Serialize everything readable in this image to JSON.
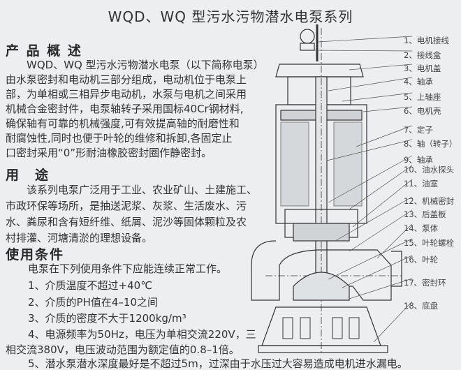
{
  "title": "WQD、WQ 型污水污物潜水电泵系列",
  "overview": {
    "heading": "产 品 概 述",
    "lines": [
      "WQD、WQ 型污水污物潜水电泵（以下简称电泵）",
      "由水泵密封和电动机三部分组成，电动机位于电泵上",
      "部，为单相或三相异步电动机，水泵与电机之间采用",
      "机械合金密封件，电泵轴转子采用国标40Cr钢材料,",
      "确保轴有可靠的机械强度,可有效提高轴的耐磨性和",
      "耐腐蚀性,同时也便于叶轮的维修和拆卸,各固定止",
      "口密封采用“0”形耐油橡胶密封圈作静密封。"
    ]
  },
  "usage": {
    "heading": "用　途",
    "lines": [
      "该系列电泵广泛用于工业、农业矿山、土建施工、",
      "市政环保等场所，是抽送泥浆、灰浆、生活废水、污",
      "水、粪尿和含有短纤维、纸屑、泥沙等固体颗粒及农",
      "村排灌、河塘清淤的理想设备。"
    ]
  },
  "conditions": {
    "heading": "使用条件",
    "lines": [
      "电泵在下列使用条件下应能连续正常工作。",
      "1、介质温度不超过+40℃",
      "2、介质的PH值在4–10之间",
      "3、介质的密度不大于1200kg/m³",
      "4、电源频率为50Hz，电压为单相交流220V，三",
      "相交流380V，电压波动范围为额定值的0.8–1倍。",
      "5、潜水泵潜水深度最好是不超过5m，过深由于水压过大容易造成电机进水漏电。"
    ]
  },
  "parts": [
    "1、电机接线",
    "2、接线盒",
    "3、电机盖",
    "4、轴承",
    "5、上轴座",
    "6、电机壳",
    "7、定子",
    "8、轴（转子）",
    "9、轴承",
    "10、油水探头",
    "11、油室",
    "12、机械密封",
    "13、后盖板",
    "14、泵体",
    "15、叶轮螺栓",
    "16、叶轮",
    "17、密封环",
    "18、底盘"
  ]
}
